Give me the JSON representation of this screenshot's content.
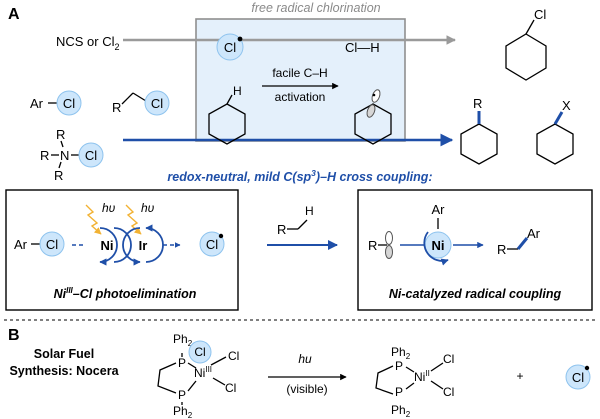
{
  "panel_a": {
    "label": "A",
    "header": "free radical chlorination",
    "reagent": "NCS or Cl",
    "reagent_sub": "2",
    "radical_cl": "Cl",
    "hcl": "Cl—H",
    "product_cl": "Cl",
    "activation_line1": "facile C–H",
    "activation_line2": "activation",
    "sp3_h": "H",
    "arcl_ar": "Ar",
    "arcl_cl": "Cl",
    "alkyl_r": "R",
    "alkyl_cl": "Cl",
    "amine_r1": "R",
    "amine_n": "N",
    "amine_cl": "Cl",
    "amine_r2": "R",
    "amine_r3": "R",
    "product_r": "R",
    "product_x": "X",
    "coupling_caption_pre": "redox-neutral, mild C(sp",
    "coupling_caption_sup": "3",
    "coupling_caption_post": ")–H cross coupling:",
    "photo_box": {
      "arcl_ar": "Ar",
      "arcl_cl": "Cl",
      "hv1": "hυ",
      "hv2": "hυ",
      "ni": "Ni",
      "ir": "Ir",
      "cl_radical": "Cl",
      "caption_pre": "Ni",
      "caption_sup": "III",
      "caption_post": "–Cl photoelimination"
    },
    "substrate_r": "R",
    "substrate_h": "H",
    "coupling_box": {
      "r": "R",
      "ar": "Ar",
      "ni": "Ni",
      "product_r": "R",
      "product_ar": "Ar",
      "caption": "Ni-catalyzed radical coupling"
    }
  },
  "panel_b": {
    "label": "B",
    "title_line1": "Solar Fuel",
    "title_line2": "Synthesis: Nocera",
    "ph2_top": "Ph",
    "ph2_top_sub": "2",
    "cl_ball": "Cl",
    "cl_right": "Cl",
    "p_top": "P",
    "ni": "Ni",
    "ni_sup": "III",
    "cl_lower": "Cl",
    "p_bottom": "P",
    "ph2_bottom": "Ph",
    "ph2_bottom_sub": "2",
    "condition_top": "hu",
    "condition_bottom": "(visible)",
    "prod_ph2_top": "Ph",
    "prod_ph2_top_sub": "2",
    "prod_p_top": "P",
    "prod_ni": "Ni",
    "prod_ni_sup": "II",
    "prod_cl_top": "Cl",
    "prod_cl_bottom": "Cl",
    "prod_p_bottom": "P",
    "prod_ph2_bottom": "Ph",
    "prod_ph2_bottom_sub": "2",
    "plus": "+",
    "cl_radical": "Cl"
  }
}
